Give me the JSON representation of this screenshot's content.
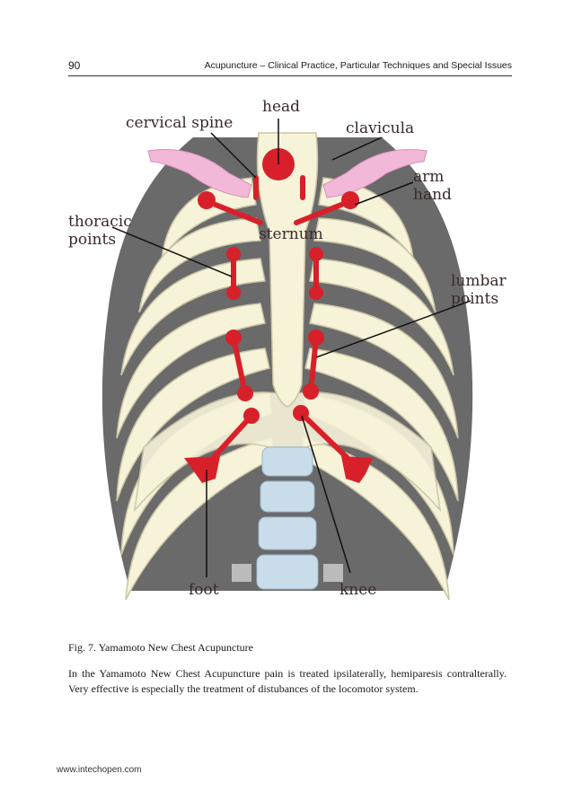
{
  "header": {
    "page_number": "90",
    "running_title": "Acupuncture – Clinical Practice, Particular Techniques and Special Issues"
  },
  "figure": {
    "labels": {
      "head": "head",
      "cervical_spine": "cervical spine",
      "clavicula": "clavicula",
      "arm": "arm",
      "hand": "hand",
      "thoracic": "thoracic",
      "thoracic_points": "points",
      "sternum": "sternum",
      "lumbar": "lumbar",
      "lumbar_points": "points",
      "foot": "foot",
      "knee": "knee"
    },
    "colors": {
      "bone": "#f7f3d9",
      "bone_outline": "#c9c4a6",
      "shadow": "#5a5a5a",
      "clavicle": "#f2b8d8",
      "vertebra": "#c8dcea",
      "acupoint": "#d8202a",
      "leader_line": "#111111"
    }
  },
  "caption": "Fig. 7. Yamamoto New Chest Acupuncture",
  "body": "In the Yamamoto New Chest Acupuncture pain is treated ipsilaterally, hemiparesis contralterally. Very effective is especially the treatment of distubances of the locomotor system.",
  "footer": "www.intechopen.com"
}
